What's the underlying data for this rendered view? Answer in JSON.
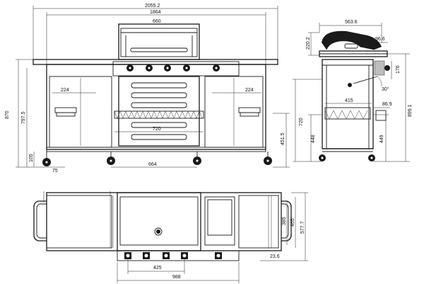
{
  "front_view": {
    "overall_width": "2055.2",
    "body_width": "1864",
    "hood_width": "660",
    "side_shelf_left": "224",
    "side_shelf_right": "224",
    "total_height": "870",
    "height_to_top": "797.5",
    "wheel_offset": "105",
    "leg_offset": "75",
    "grill_width": "720",
    "cart_width": "664",
    "lower_height": "451.5"
  },
  "side_view": {
    "top_depth": "563.6",
    "handle_depth": "96.6",
    "lid_height": "220.2",
    "knob_height": "176",
    "angle": "30°",
    "tray_depth": "415",
    "tray_offset": "86.9",
    "height_720": "720",
    "height_448": "448",
    "height_449": "449",
    "height_899": "899.1"
  },
  "top_view": {
    "depth_385": "385",
    "depth_465": "465",
    "depth_577": "577.7",
    "burner_span": "425",
    "knob_offset": "23.6",
    "full_width": "988"
  }
}
